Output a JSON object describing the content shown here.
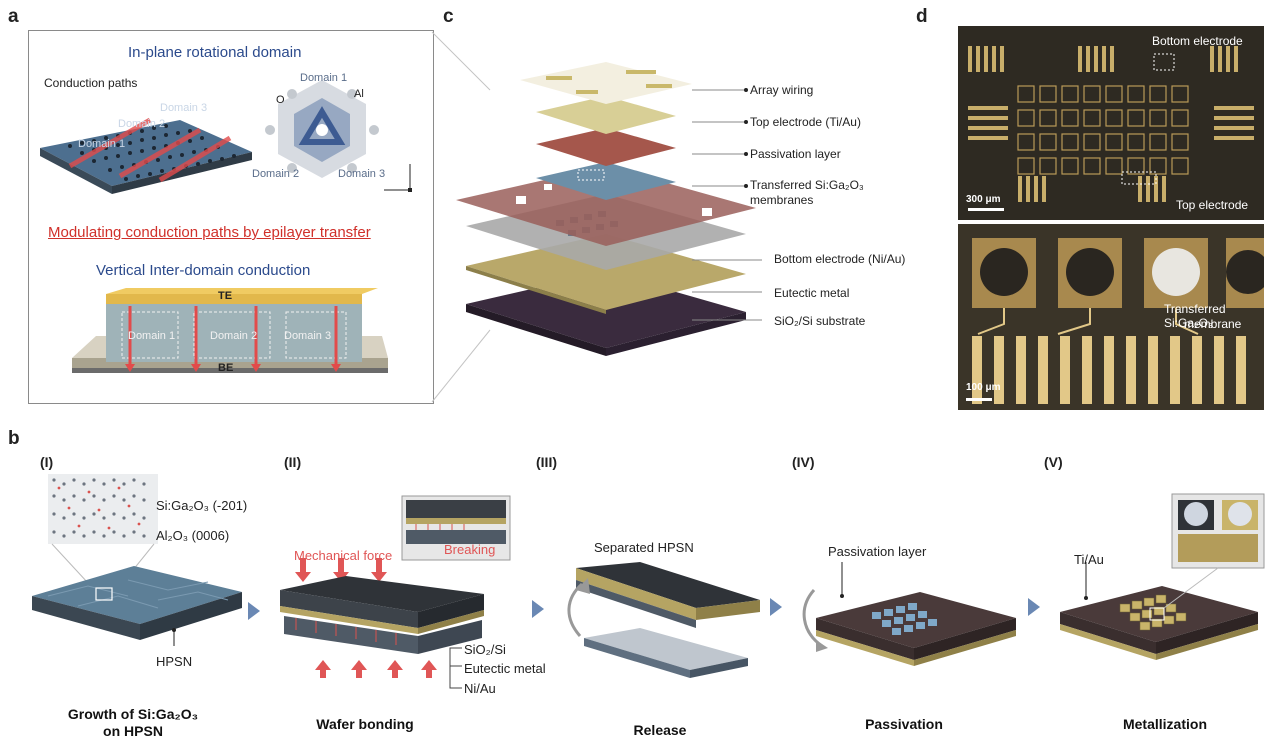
{
  "panel_a": {
    "letter": "a",
    "title_top": "In-plane rotational domain",
    "conduction_paths": "Conduction paths",
    "domain1": "Domain 1",
    "domain2": "Domain 2",
    "domain3": "Domain 3",
    "atom_o": "O",
    "atom_al": "Al",
    "red_caption": "Modulating conduction paths by epilayer transfer",
    "title_bottom": "Vertical Inter-domain conduction",
    "te": "TE",
    "be": "BE"
  },
  "panel_c": {
    "letter": "c",
    "layers": [
      {
        "label": "Array wiring"
      },
      {
        "label": "Top electrode (Ti/Au)"
      },
      {
        "label": "Passivation layer"
      },
      {
        "label": "Transferred Si:Ga₂O₃ membranes"
      },
      {
        "label": "Bottom electrode (Ni/Au)"
      },
      {
        "label": "Eutectic metal"
      },
      {
        "label": "SiO₂/Si substrate"
      }
    ],
    "layer_colors": [
      "#f3efe0",
      "#d8cf96",
      "#a5574c",
      "#6c8fa8",
      "#a8a8a8",
      "#b9a86a",
      "#3a2b3e"
    ]
  },
  "panel_d": {
    "letter": "d",
    "bottom_electrode": "Bottom electrode",
    "scale_300": "300 μm",
    "top_electrode": "Top electrode",
    "membrane_label_1": "Transferred Si:Ga₂O₃",
    "membrane_label_2": "membrane",
    "scale_100": "100 μm"
  },
  "panel_b": {
    "letter": "b",
    "steps": [
      {
        "numeral": "(I)",
        "caption_1": "Growth of Si:Ga₂O₃",
        "caption_2": "on HPSN"
      },
      {
        "numeral": "(II)",
        "caption_1": "Wafer bonding",
        "caption_2": ""
      },
      {
        "numeral": "(III)",
        "caption_1": "Release",
        "caption_2": ""
      },
      {
        "numeral": "(IV)",
        "caption_1": "Passivation",
        "caption_2": ""
      },
      {
        "numeral": "(V)",
        "caption_1": "Metallization",
        "caption_2": ""
      }
    ],
    "s1_ga2o3": "Si:Ga₂O₃ (-201)",
    "s1_al2o3": "Al₂O₃ (0006)",
    "s1_hpsn": "HPSN",
    "s2_force": "Mechanical force",
    "s2_breaking": "Breaking",
    "s2_sio2": "SiO₂/Si",
    "s2_eutectic": "Eutectic metal",
    "s2_niau": "Ni/Au",
    "s3_separated": "Separated HPSN",
    "s4_passivation": "Passivation layer",
    "s5_tiau": "Ti/Au"
  }
}
